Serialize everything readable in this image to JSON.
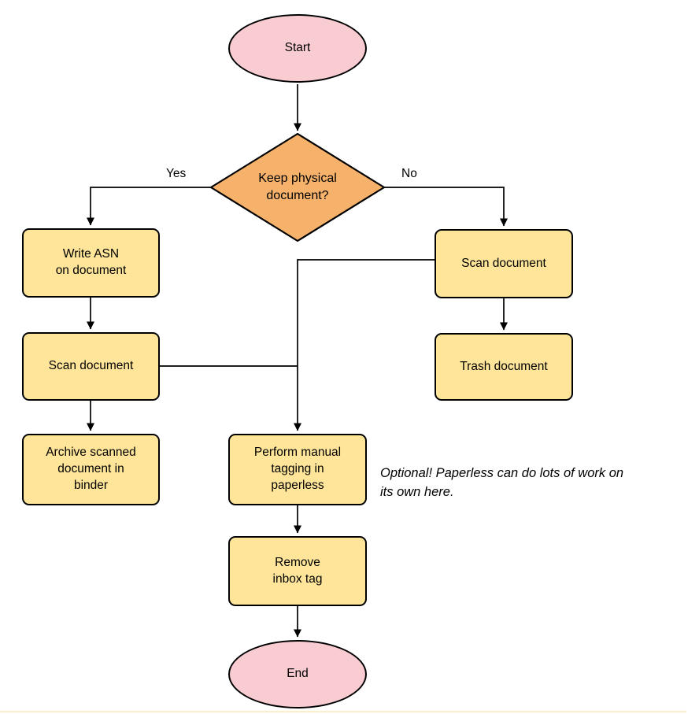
{
  "colors": {
    "terminal_fill": "#f8ccd1",
    "decision_fill": "#f6b26b",
    "process_fill": "#ffe599",
    "stroke": "#000000"
  },
  "nodes": {
    "start": {
      "label": "Start"
    },
    "decision": {
      "label": "Keep physical\ndocument?"
    },
    "write_asn": {
      "label": "Write ASN\non document"
    },
    "scan_left": {
      "label": "Scan document"
    },
    "archive": {
      "label": "Archive scanned\ndocument in\nbinder"
    },
    "scan_right": {
      "label": "Scan document"
    },
    "trash": {
      "label": "Trash document"
    },
    "tagging": {
      "label": "Perform manual\ntagging in\npaperless"
    },
    "remove_inbox": {
      "label": "Remove\ninbox tag"
    },
    "end": {
      "label": "End"
    }
  },
  "edges": {
    "yes_label": "Yes",
    "no_label": "No"
  },
  "annotation": {
    "text": "Optional! Paperless can do lots of work on\nits own here."
  }
}
